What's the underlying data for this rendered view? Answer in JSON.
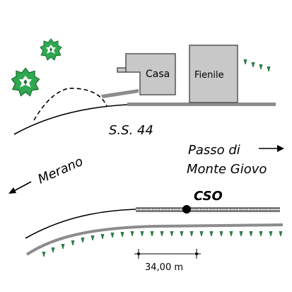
{
  "labels": {
    "casa": "Casa",
    "fienile": "Fienile",
    "road": "S.S. 44",
    "dest_east_line1": "Passo di",
    "dest_east_line2": "Monte Giovo",
    "dest_west": "Merano",
    "station": "CSO",
    "distance": "34,00 m"
  },
  "colors": {
    "building_fill": "#c8c8c8",
    "building_stroke": "#555555",
    "road_gray": "#8c8c8c",
    "grass_green": "#2e7d46",
    "tree_green": "#2fa84f",
    "track_fill": "#7a7a7a"
  },
  "icons": {
    "tree": "deciduous-tree-icon",
    "grass": "grass-tuft-icon",
    "arrow_east": "arrow-right-icon",
    "arrow_west": "arrow-down-left-icon"
  }
}
